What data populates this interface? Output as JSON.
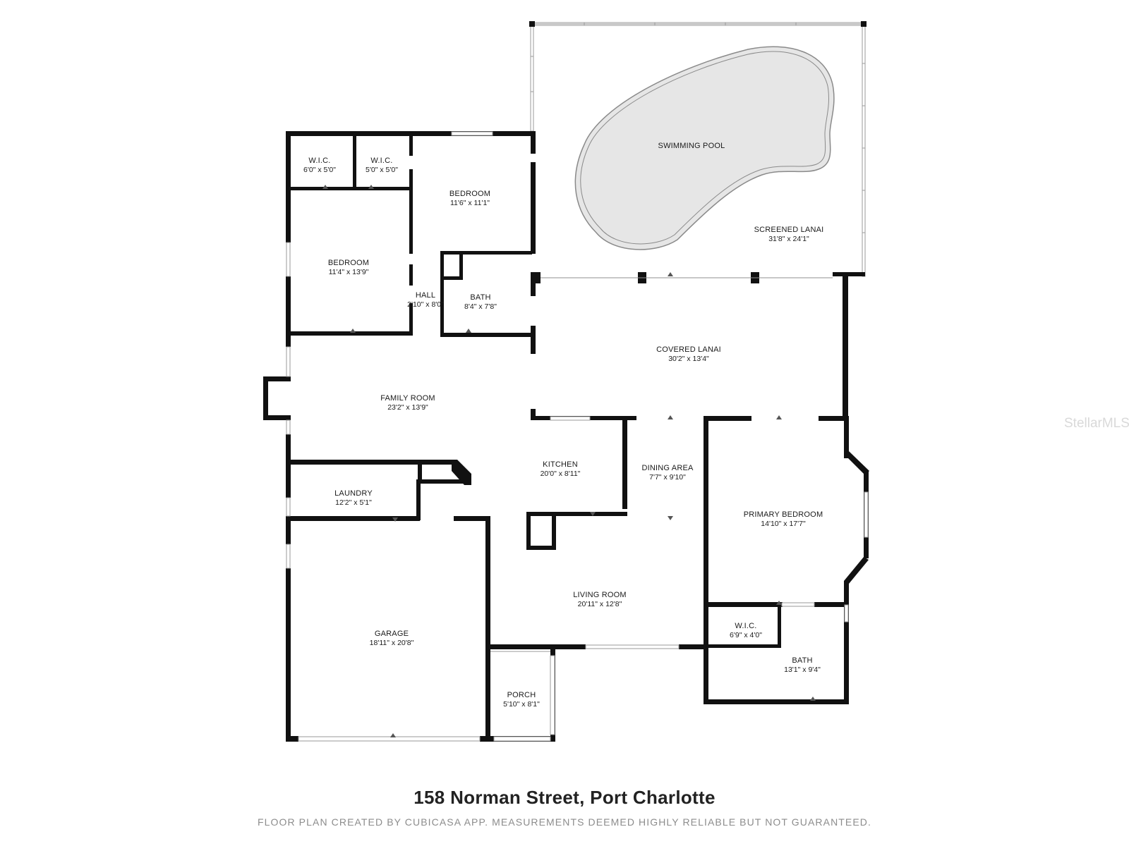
{
  "address": "158 Norman Street, Port Charlotte",
  "disclaimer": "FLOOR PLAN CREATED BY CUBICASA APP. MEASUREMENTS DEEMED HIGHLY RELIABLE BUT NOT GUARANTEED.",
  "watermark": "StellarMLS",
  "rooms": {
    "wic_left": {
      "name": "W.I.C.",
      "dim": "6'0\" x 5'0\""
    },
    "wic_mid": {
      "name": "W.I.C.",
      "dim": "5'0\" x 5'0\""
    },
    "bedroom_top": {
      "name": "BEDROOM",
      "dim": "11'6\" x 11'1\""
    },
    "bedroom_left": {
      "name": "BEDROOM",
      "dim": "11'4\" x 13'9\""
    },
    "hall": {
      "name": "HALL",
      "dim": "2'10\" x 8'0\""
    },
    "bath_small": {
      "name": "BATH",
      "dim": "8'4\" x 7'8\""
    },
    "swimming_pool": {
      "name": "SWIMMING POOL"
    },
    "screened_lanai": {
      "name": "SCREENED LANAI",
      "dim": "31'8\" x 24'1\""
    },
    "covered_lanai": {
      "name": "COVERED LANAI",
      "dim": "30'2\" x 13'4\""
    },
    "family_room": {
      "name": "FAMILY ROOM",
      "dim": "23'2\" x 13'9\""
    },
    "kitchen": {
      "name": "KITCHEN",
      "dim": "20'0\" x 8'11\""
    },
    "dining_area": {
      "name": "DINING AREA",
      "dim": "7'7\" x 9'10\""
    },
    "laundry": {
      "name": "LAUNDRY",
      "dim": "12'2\" x 5'1\""
    },
    "primary_bedroom": {
      "name": "PRIMARY BEDROOM",
      "dim": "14'10\" x 17'7\""
    },
    "living_room": {
      "name": "LIVING ROOM",
      "dim": "20'11\" x 12'8\""
    },
    "garage": {
      "name": "GARAGE",
      "dim": "18'11\" x 20'8\""
    },
    "wic_primary": {
      "name": "W.I.C.",
      "dim": "6'9\" x 4'0\""
    },
    "bath_primary": {
      "name": "BATH",
      "dim": "13'1\" x 9'4\""
    },
    "porch": {
      "name": "PORCH",
      "dim": "5'10\" x 8'1\""
    }
  },
  "colors": {
    "wall": "#111111",
    "pool": "#e6e6e6",
    "caption": "#8c8c8c",
    "watermark": "#d9d9d9"
  }
}
